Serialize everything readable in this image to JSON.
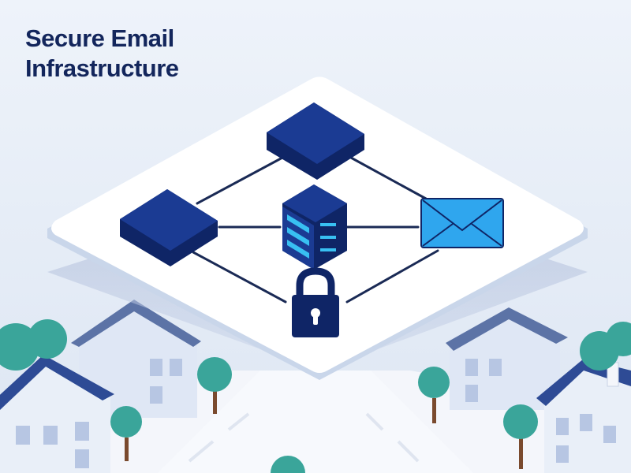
{
  "title": {
    "line1": "Secure Email",
    "line2": "Infrastructure"
  },
  "colors": {
    "background": "#e6eef8",
    "title": "#13265c",
    "platform_top": "#ffffff",
    "platform_edge": "#c9d6ea",
    "block_navy": "#1b3b93",
    "block_navy_dark": "#0f2566",
    "connector": "#1a2a55",
    "envelope": "#2fa6ee",
    "server_led": "#38c0f2",
    "lock": "#0f2566",
    "tree": "#3aa59a",
    "trunk": "#7a4a2e",
    "house_roof": "#2e4b95",
    "house_wall": "#dfe7f5",
    "road": "#f4f6fb"
  },
  "nodes": [
    {
      "id": "top-node",
      "icon": "navy-block-icon"
    },
    {
      "id": "left-node",
      "icon": "navy-block-icon"
    },
    {
      "id": "server",
      "icon": "server-icon"
    },
    {
      "id": "mail",
      "icon": "envelope-icon"
    },
    {
      "id": "lock",
      "icon": "padlock-icon"
    }
  ],
  "edges": [
    [
      "top-node",
      "left-node"
    ],
    [
      "top-node",
      "mail"
    ],
    [
      "left-node",
      "server"
    ],
    [
      "server",
      "mail"
    ],
    [
      "left-node",
      "lock"
    ],
    [
      "mail",
      "lock"
    ]
  ]
}
